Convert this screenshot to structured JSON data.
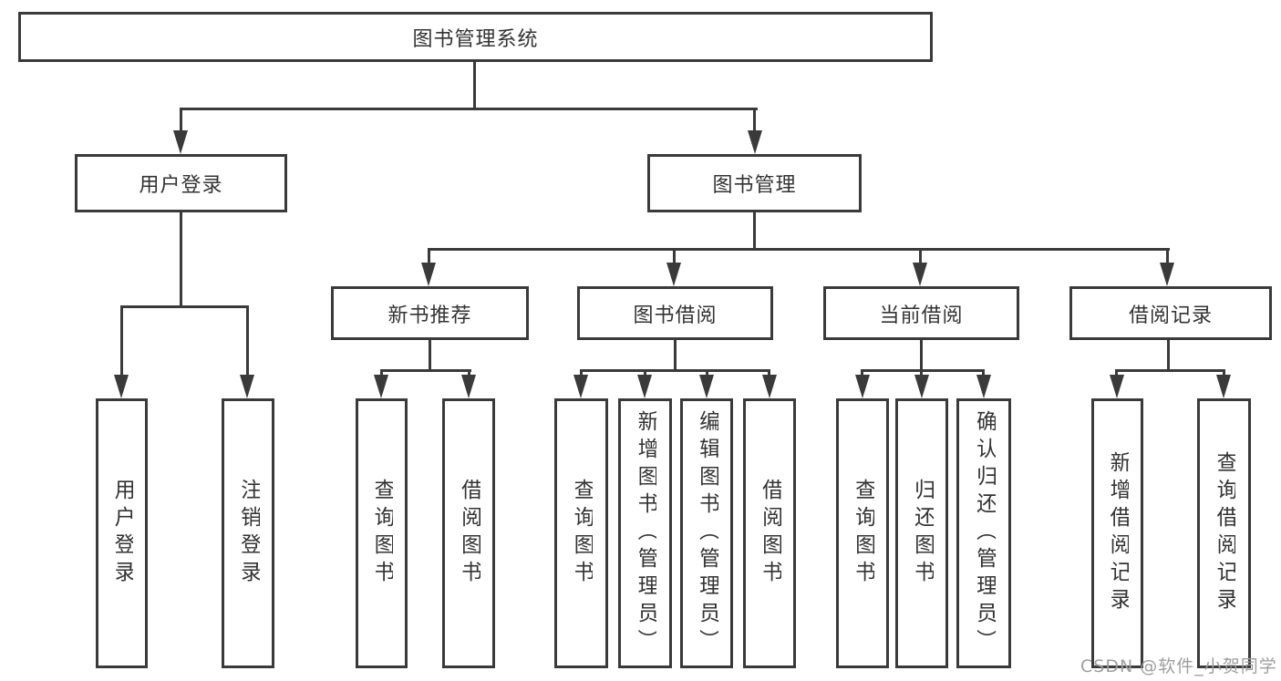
{
  "title": "图书管理系统",
  "tree": {
    "root": "图书管理系统",
    "branches": [
      {
        "label": "用户登录",
        "children": [
          "用户登录",
          "注销登录"
        ]
      },
      {
        "label": "图书管理",
        "groups": [
          {
            "label": "新书推荐",
            "children": [
              "查询图书",
              "借阅图书"
            ]
          },
          {
            "label": "图书借阅",
            "children": [
              "查询图书",
              "新增图书（管理员）",
              "编辑图书（管理员）",
              "借阅图书"
            ]
          },
          {
            "label": "当前借阅",
            "children": [
              "查询图书",
              "归还图书",
              "确认归还（管理员）"
            ]
          },
          {
            "label": "借阅记录",
            "children": [
              "新增借阅记录",
              "查询借阅记录"
            ]
          }
        ]
      }
    ]
  },
  "watermark": "CSDN @软件_小贺同学",
  "colors": {
    "line": "#3a3a3a",
    "text": "#333333",
    "watermark": "#9e9e9e",
    "background": "#ffffff"
  }
}
